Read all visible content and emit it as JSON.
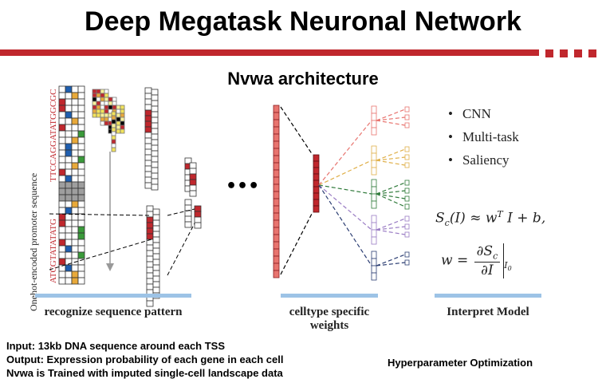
{
  "header": {
    "title": "Deep Megatask Neuronal Network",
    "subtitle": "Nvwa architecture",
    "accent_color": "#c0272d"
  },
  "diagram": {
    "vertical_label": "Onehot-encoded promoter sequence",
    "sequence_top": "TTCCAGGATATGGCGC",
    "sequence_bottom": "ATCGTATATATG",
    "ellipsis": "•••",
    "sections": [
      {
        "label": "recognize sequence pattern"
      },
      {
        "label": "celltype specific weights"
      },
      {
        "label": "Interpret Model"
      }
    ],
    "bullets": [
      "CNN",
      "Multi-task",
      "Saliency"
    ],
    "branch_colors": [
      "#e8746f",
      "#e0b04a",
      "#2f7a3a",
      "#9a7cc4",
      "#2c3e73"
    ]
  },
  "footer": {
    "lines": [
      "Input: 13kb DNA sequence around each TSS",
      "Output: Expression probability of each gene in each cell",
      "Nvwa is Trained with imputed single-cell landscape data"
    ],
    "hyperparameter": "Hyperparameter Optimization"
  }
}
